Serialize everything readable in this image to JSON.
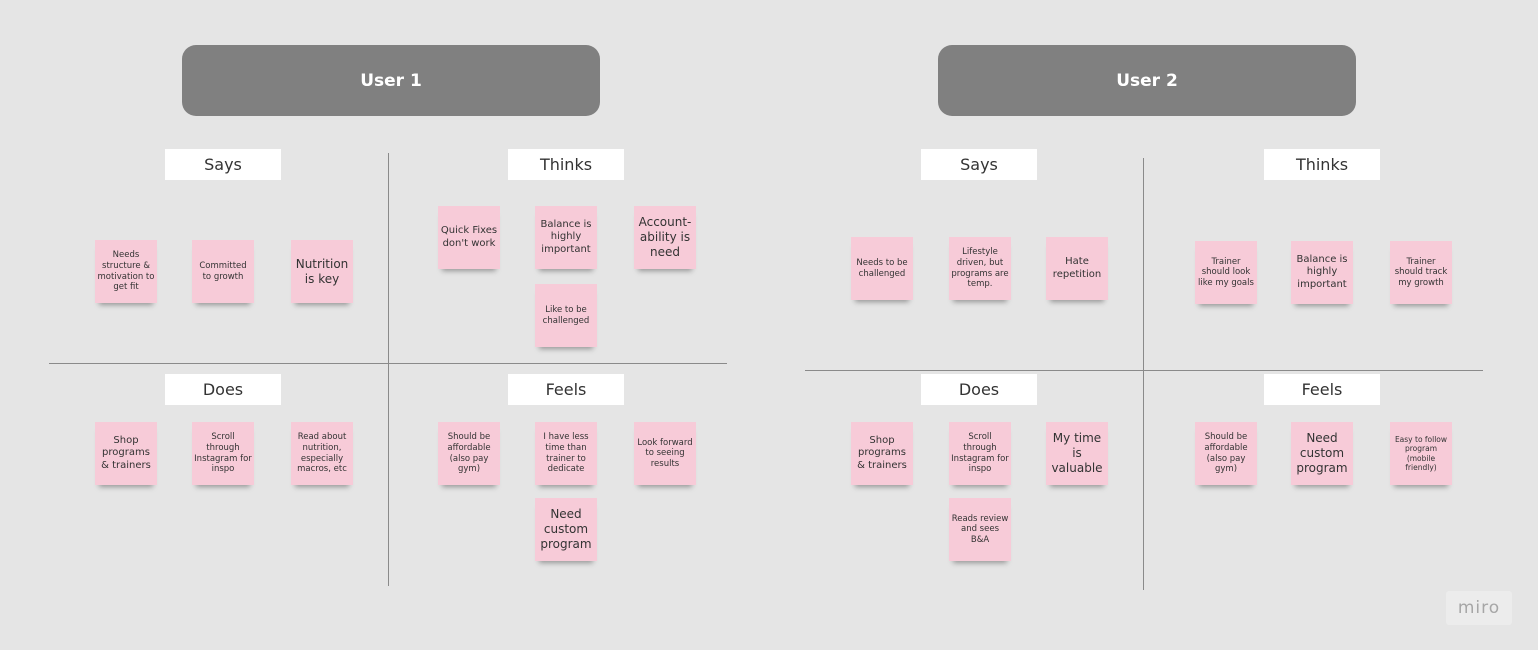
{
  "users": [
    {
      "title": "User 1",
      "says": {
        "label": "Says",
        "notes": [
          "Needs structure & motivation to get fit",
          "Committed to growth",
          "Nutrition is key"
        ]
      },
      "thinks": {
        "label": "Thinks",
        "notes": [
          "Quick Fixes don't work",
          "Balance is highly important",
          "Account-ability is need",
          "Like to be challenged"
        ]
      },
      "does": {
        "label": "Does",
        "notes": [
          "Shop programs & trainers",
          "Scroll through Instagram for inspo",
          "Read about nutrition, especially macros, etc"
        ]
      },
      "feels": {
        "label": "Feels",
        "notes": [
          "Should be affordable (also pay gym)",
          "I have less time than trainer to dedicate",
          "Look forward to seeing results",
          "Need custom program"
        ]
      }
    },
    {
      "title": "User 2",
      "says": {
        "label": "Says",
        "notes": [
          "Needs to be challenged",
          "Lifestyle driven, but programs are temp.",
          "Hate repetition"
        ]
      },
      "thinks": {
        "label": "Thinks",
        "notes": [
          "Trainer should look like my goals",
          "Balance is highly important",
          "Trainer should track my growth"
        ]
      },
      "does": {
        "label": "Does",
        "notes": [
          "Shop programs & trainers",
          "Scroll through Instagram for inspo",
          "My time is valuable",
          "Reads review and sees B&A"
        ]
      },
      "feels": {
        "label": "Feels",
        "notes": [
          "Should be affordable (also pay gym)",
          "Need custom program",
          "Easy to follow program (mobile friendly)"
        ]
      }
    }
  ],
  "brand": "miro",
  "colors": {
    "background": "#e5e5e5",
    "header": "#808080",
    "sticky_note": "#f7cbd8",
    "label_bg": "#ffffff"
  }
}
